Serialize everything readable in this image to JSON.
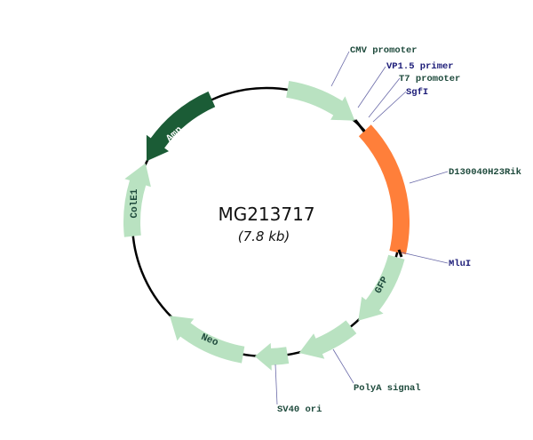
{
  "plasmid": {
    "name": "MG213717",
    "size": "(7.8 kb)"
  },
  "colors": {
    "feature": "#b9e2c1",
    "amp": "#1b5c36",
    "insert": "#ff7f3a",
    "backbone": "#000000",
    "label_green": "#1e4a3c",
    "label_blue": "#1c1c78",
    "leader": "#6a6aa8"
  },
  "features": [
    {
      "id": "cmv",
      "name": "CMV promoter",
      "kind": "feature"
    },
    {
      "id": "insert",
      "name": "D130040H23Rik",
      "kind": "insert"
    },
    {
      "id": "gfp",
      "name": "GFP",
      "kind": "feature"
    },
    {
      "id": "polya",
      "name": "PolyA signal",
      "kind": "feature"
    },
    {
      "id": "sv40",
      "name": "SV40 ori",
      "kind": "feature"
    },
    {
      "id": "neo",
      "name": "Neo",
      "kind": "feature"
    },
    {
      "id": "cole1",
      "name": "ColE1",
      "kind": "feature"
    },
    {
      "id": "amp",
      "name": "Amp",
      "kind": "amp"
    }
  ],
  "sites": {
    "vp15": "VP1.5 primer",
    "t7": "T7 promoter",
    "sgfi": "SgfI",
    "mlui": "MluI"
  }
}
